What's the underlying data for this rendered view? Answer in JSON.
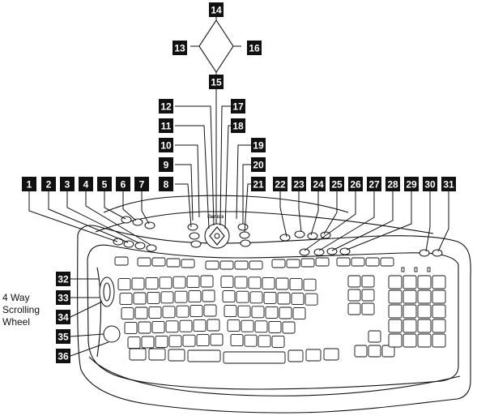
{
  "brand_logo": "Genius",
  "scroll_wheel_label": [
    "4 Way",
    "Scrolling",
    "Wheel"
  ],
  "callouts": [
    {
      "n": "1"
    },
    {
      "n": "2"
    },
    {
      "n": "3"
    },
    {
      "n": "4"
    },
    {
      "n": "5"
    },
    {
      "n": "6"
    },
    {
      "n": "7"
    },
    {
      "n": "8"
    },
    {
      "n": "9"
    },
    {
      "n": "10"
    },
    {
      "n": "11"
    },
    {
      "n": "12"
    },
    {
      "n": "13"
    },
    {
      "n": "14"
    },
    {
      "n": "15"
    },
    {
      "n": "16"
    },
    {
      "n": "17"
    },
    {
      "n": "18"
    },
    {
      "n": "19"
    },
    {
      "n": "20"
    },
    {
      "n": "21"
    },
    {
      "n": "22"
    },
    {
      "n": "23"
    },
    {
      "n": "24"
    },
    {
      "n": "25"
    },
    {
      "n": "26"
    },
    {
      "n": "27"
    },
    {
      "n": "28"
    },
    {
      "n": "29"
    },
    {
      "n": "30"
    },
    {
      "n": "31"
    },
    {
      "n": "32"
    },
    {
      "n": "33"
    },
    {
      "n": "34"
    },
    {
      "n": "35"
    },
    {
      "n": "36"
    }
  ]
}
